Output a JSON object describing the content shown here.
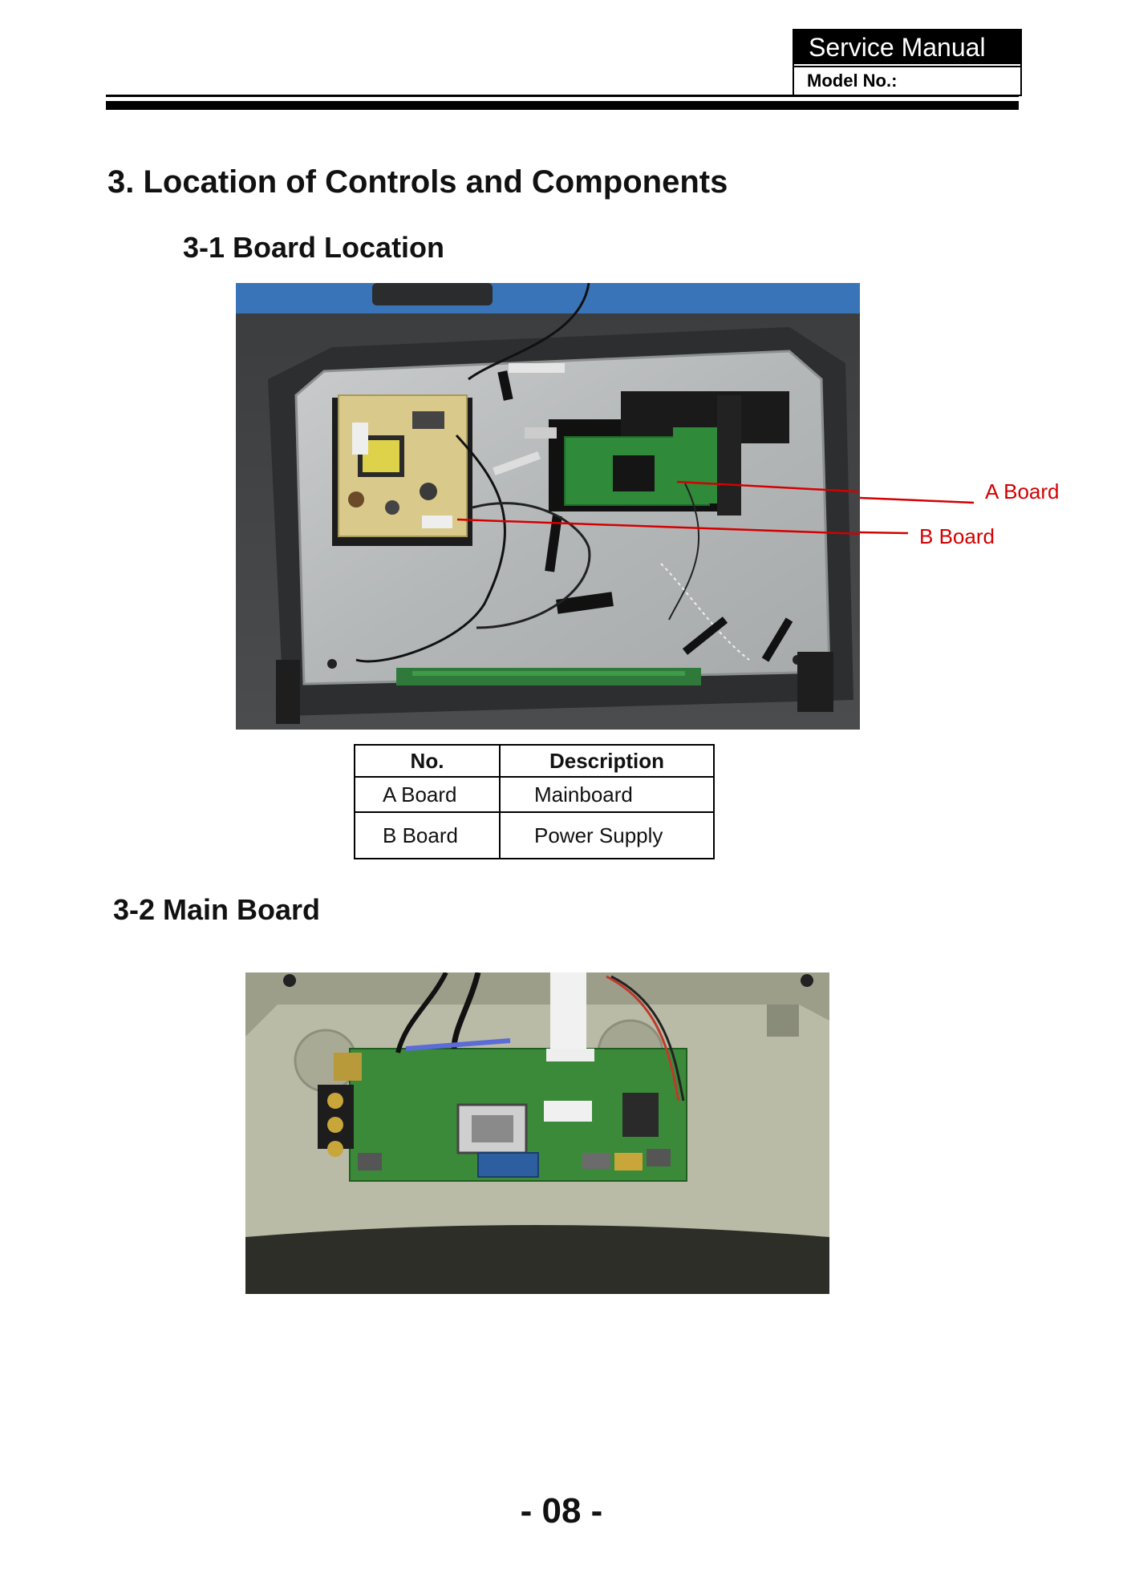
{
  "header": {
    "title": "Service Manual",
    "model_label": "Model No.:"
  },
  "section": {
    "title": "3. Location of Controls and Components"
  },
  "board_location": {
    "title": "3-1 Board Location",
    "photo_description": "Rear view of opened TV with power supply board and mainboard",
    "callouts": [
      {
        "label": "A  Board"
      },
      {
        "label": "B  Board"
      }
    ],
    "callout_color": "#d40000"
  },
  "table": {
    "headers": [
      "No.",
      "Description"
    ],
    "rows": [
      [
        "A  Board",
        "Mainboard"
      ],
      [
        "B  Board",
        "Power Supply"
      ]
    ]
  },
  "main_board": {
    "title": "3-2 Main  Board",
    "photo_description": "Close-up of green main board mounted on TV back panel"
  },
  "footer": {
    "page_number": "- 08 -"
  }
}
